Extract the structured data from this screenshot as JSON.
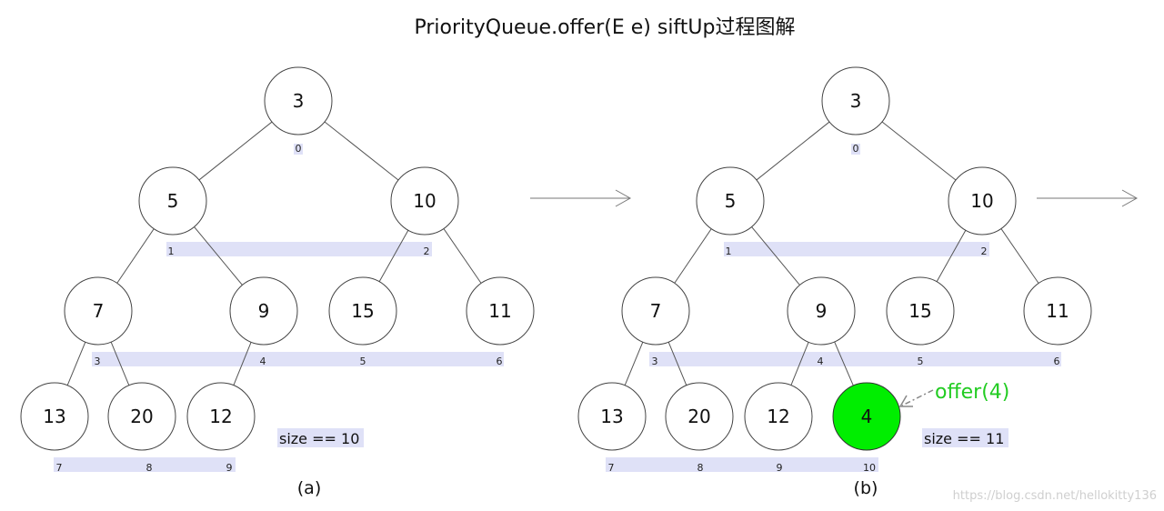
{
  "title": "PriorityQueue.offer(E e) siftUp过程图解",
  "panels": [
    {
      "caption": "(a)",
      "size_text": "size == 10",
      "nodes": [
        {
          "index": "0",
          "value": "3"
        },
        {
          "index": "1",
          "value": "5"
        },
        {
          "index": "2",
          "value": "10"
        },
        {
          "index": "3",
          "value": "7"
        },
        {
          "index": "4",
          "value": "9"
        },
        {
          "index": "5",
          "value": "15"
        },
        {
          "index": "6",
          "value": "11"
        },
        {
          "index": "7",
          "value": "13"
        },
        {
          "index": "8",
          "value": "20"
        },
        {
          "index": "9",
          "value": "12"
        }
      ]
    },
    {
      "caption": "(b)",
      "size_text": "size == 11",
      "nodes": [
        {
          "index": "0",
          "value": "3"
        },
        {
          "index": "1",
          "value": "5"
        },
        {
          "index": "2",
          "value": "10"
        },
        {
          "index": "3",
          "value": "7"
        },
        {
          "index": "4",
          "value": "9"
        },
        {
          "index": "5",
          "value": "15"
        },
        {
          "index": "6",
          "value": "11"
        },
        {
          "index": "7",
          "value": "13"
        },
        {
          "index": "8",
          "value": "20"
        },
        {
          "index": "9",
          "value": "12"
        },
        {
          "index": "10",
          "value": "4"
        }
      ],
      "highlight_index": 10,
      "highlight_color": "#00ee00",
      "annotation": "offer(4)",
      "annotation_color": "#22cc22"
    }
  ],
  "watermark": "https://blog.csdn.net/hellokitty136"
}
